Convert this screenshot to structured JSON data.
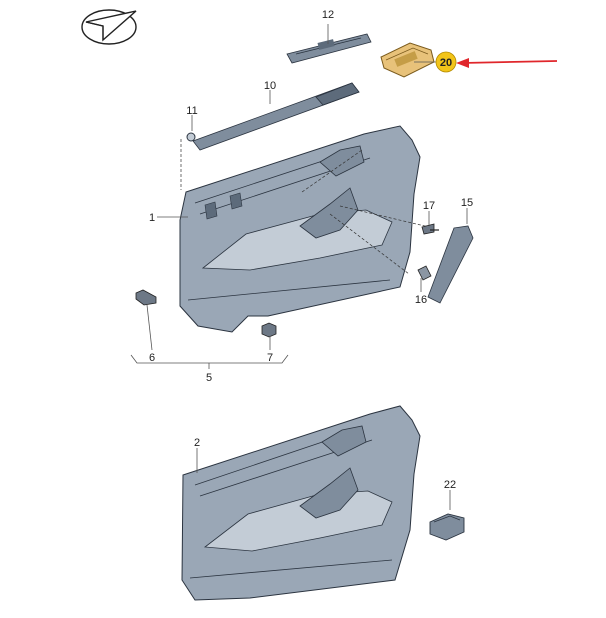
{
  "callouts": {
    "c1": "1",
    "c2": "2",
    "c5": "5",
    "c6": "6",
    "c7": "7",
    "c10": "10",
    "c11": "11",
    "c12": "12",
    "c15": "15",
    "c16": "16",
    "c17": "17",
    "c20": "20",
    "c22": "22"
  },
  "colors": {
    "highlight_part": "#e8c27a",
    "highlight_badge": "#f2c419",
    "arrow": "#e0262b",
    "panel": "#9aa7b6"
  },
  "icons": {
    "brand": "directional-arrow-emblem-icon"
  }
}
